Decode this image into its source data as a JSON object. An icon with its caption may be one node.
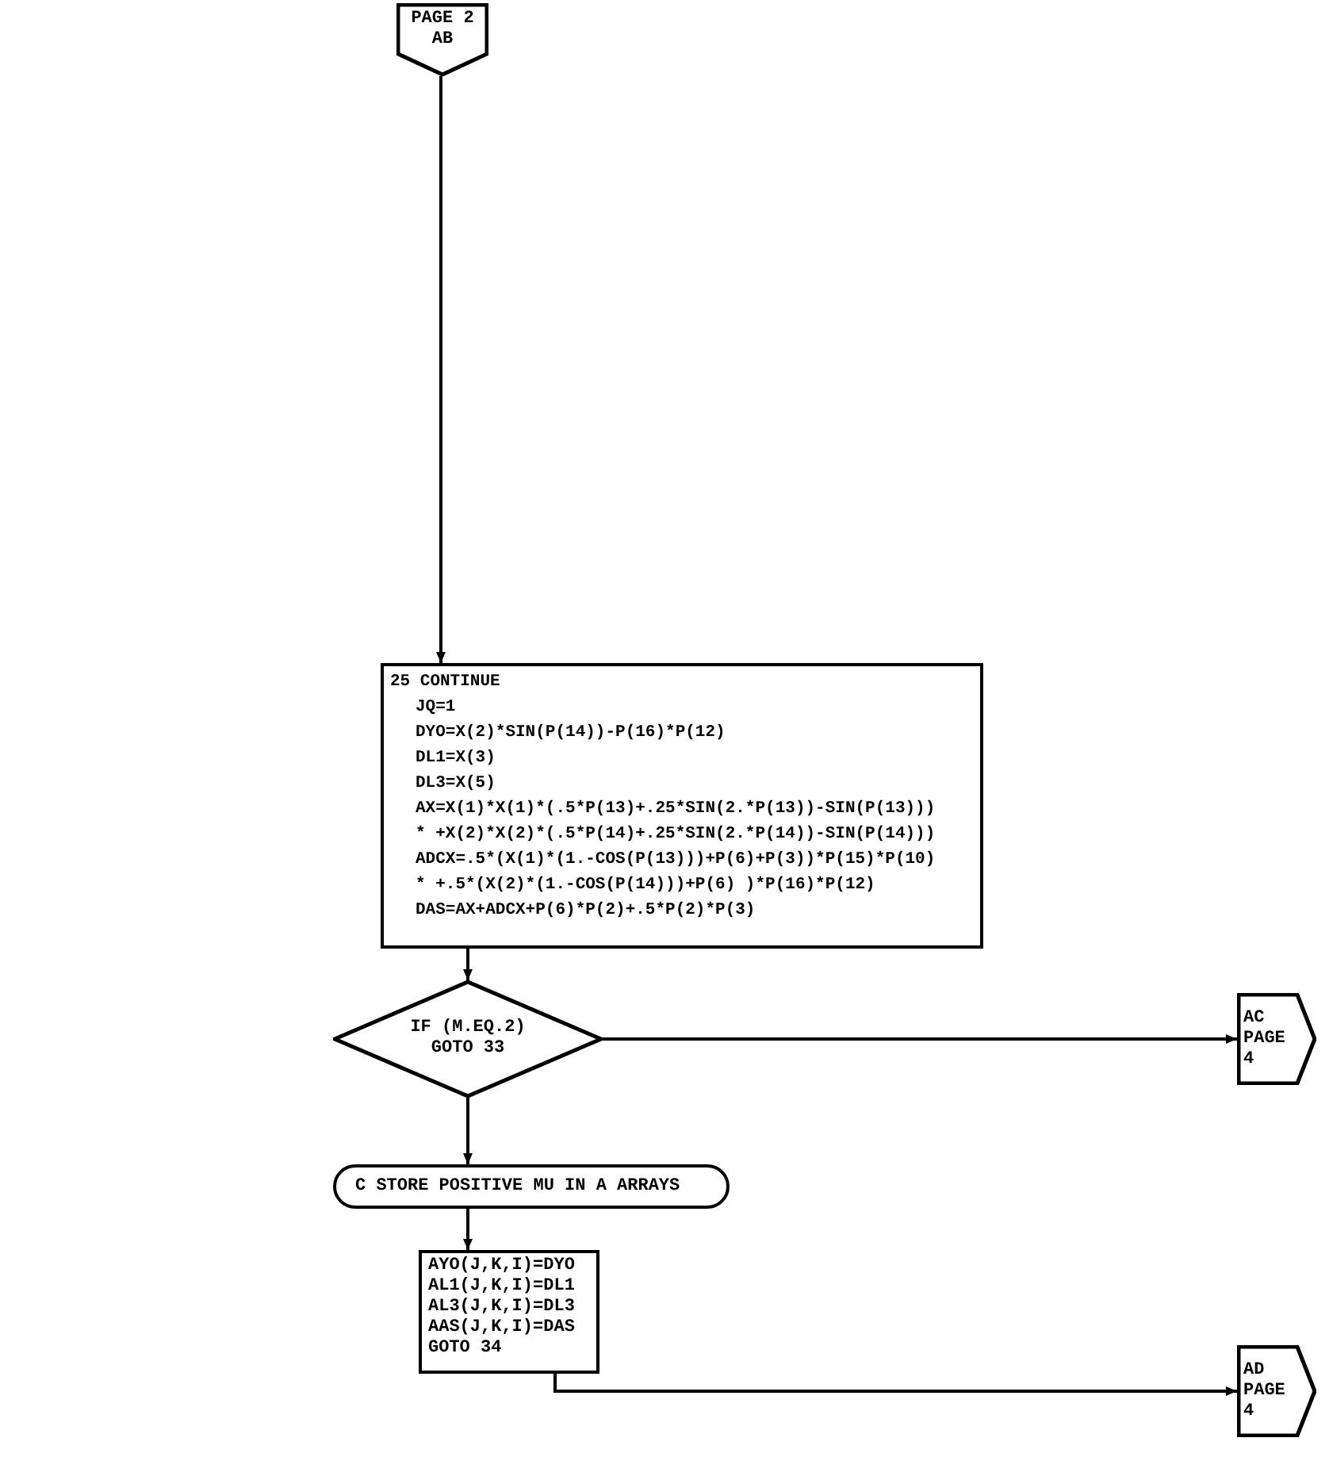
{
  "diagram": {
    "nodes": [
      {
        "text": [
          "PAGE 2 AB"
        ]
      },
      {
        "text": [
          "25 CONTINUE",
          "JQ=1",
          "DYO=X(2)*SIN(P(14))-P(16)*P(12)",
          "DL1=X(3)",
          "DL3=X(5)",
          "AX=X(1)*X(1)*(.5*P(13)+.25*SIN(2.*P(13))-SIN(P(13)))",
          "* +X(2)*X(2)*(.5*P(14)+.25*SIN(2.*P(14))-SIN(P(14)))",
          "ADCX=.5*(X(1)*(1.-COS(P(13)))+P(6)+P(3))*P(15)*P(10)",
          "* +.5*(X(2)*(1.-COS(P(14)))+P(6) )*P(16)*P(12)",
          "DAS=AX+ADCX+P(6)*P(2)+.5*P(2)*P(3)"
        ]
      },
      {
        "text": [
          "IF (M.EQ.2) GOTO 33"
        ]
      },
      {
        "text": [
          "AC PAGE 4"
        ]
      },
      {
        "text": [
          "C STORE POSITIVE MU IN A ARRAYS"
        ]
      },
      {
        "text": [
          "AYO(J,K,I)=DYO",
          "AL1(J,K,I)=DL1",
          "AL3(J,K,I)=DL3",
          "AAS(J,K,I)=DAS",
          "GOTO 34"
        ]
      },
      {
        "text": [
          "AD PAGE 4"
        ]
      }
    ],
    "edges": [
      {
        "from": 0,
        "to": 1,
        "arrow": "to"
      },
      {
        "from": 1,
        "to": 2,
        "arrow": "to"
      },
      {
        "from": 2,
        "to": 3,
        "arrow": "to"
      },
      {
        "from": 2,
        "to": 4,
        "arrow": "to"
      },
      {
        "from": 4,
        "to": 5,
        "arrow": "to"
      },
      {
        "from": 5,
        "to": 6,
        "arrow": "to"
      }
    ]
  }
}
